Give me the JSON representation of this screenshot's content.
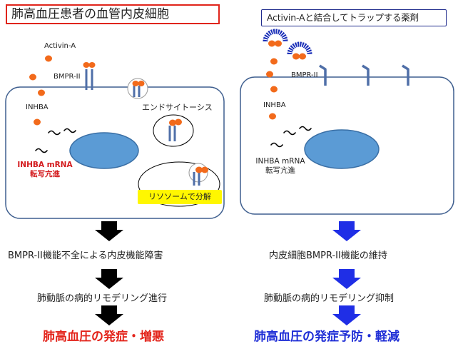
{
  "left": {
    "title": "肺高血圧患者の血管内皮細胞",
    "labels": {
      "activin": "Activin-A",
      "bmpr": "BMPR-II",
      "inhba": "INHBA",
      "endocytosis": "エンドサイトーシス",
      "mrna_line1": "INHBA mRNA",
      "mrna_line2": "転写亢進",
      "lysosome": "リソソームで分解"
    },
    "flow": [
      "BMPR-II機能不全による内皮機能障害",
      "肺動脈の病的リモデリング進行"
    ],
    "result": "肺高血圧の発症・増悪"
  },
  "right": {
    "title": "Activin-Aと結合してトラップする薬剤",
    "labels": {
      "bmpr": "BMPR-II",
      "inhba": "INHBA",
      "mrna_line1": "INHBA mRNA",
      "mrna_line2": "転写亢進"
    },
    "flow": [
      "内皮細胞BMPR-II機能の維持",
      "肺動脈の病的リモデリング抑制"
    ],
    "result": "肺高血圧の発症予防・軽減"
  },
  "colors": {
    "ligand": "#f26a1b",
    "receptor": "#4f6fa8",
    "nucleus": "#5b9bd5",
    "trap_drug": "#1a2fb8",
    "arrow_left": "#000000",
    "arrow_right": "#1f2ee6",
    "result_left": "#e3241b",
    "result_right": "#1f2ed6",
    "lysosome_bg": "#fff700"
  }
}
